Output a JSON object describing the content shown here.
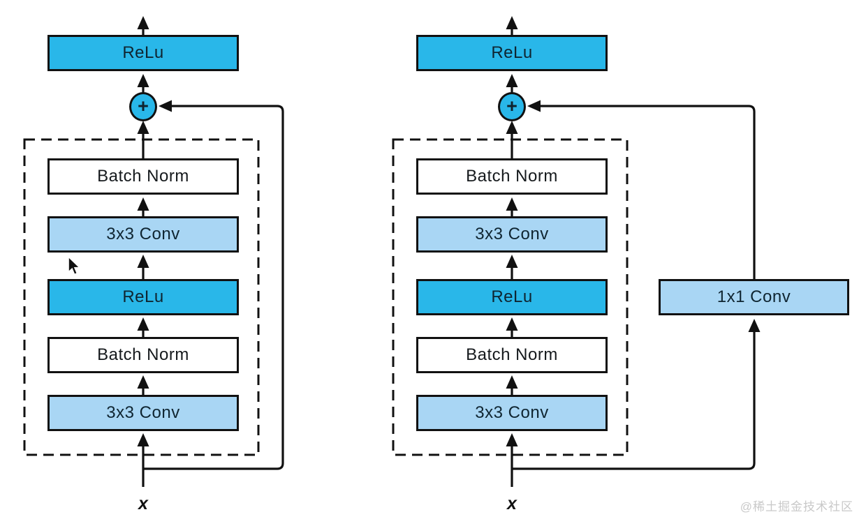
{
  "colors": {
    "activation_fill": "#29b7e9",
    "conv_fill": "#a9d6f4",
    "batch_norm_fill": "#ffffff",
    "line_color": "#111111",
    "watermark_color": "#c9c9c9"
  },
  "diagrams": [
    {
      "name": "residual-block-identity-shortcut",
      "output_activation": "ReLu",
      "add_symbol": "+",
      "blocks": [
        "Batch Norm",
        "3x3 Conv",
        "ReLu",
        "Batch Norm",
        "3x3 Conv"
      ],
      "input_label": "x"
    },
    {
      "name": "residual-block-projection-shortcut",
      "output_activation": "ReLu",
      "add_symbol": "+",
      "blocks": [
        "Batch Norm",
        "3x3 Conv",
        "ReLu",
        "Batch Norm",
        "3x3 Conv"
      ],
      "shortcut_label": "1x1 Conv",
      "input_label": "x"
    }
  ],
  "icons": {
    "mouse_cursor": "arrow-pointer",
    "add_node": "plus-in-circle",
    "arrowheads": "solid-black-triangle"
  },
  "watermark": {
    "label": "@稀土掘金技术社区"
  }
}
